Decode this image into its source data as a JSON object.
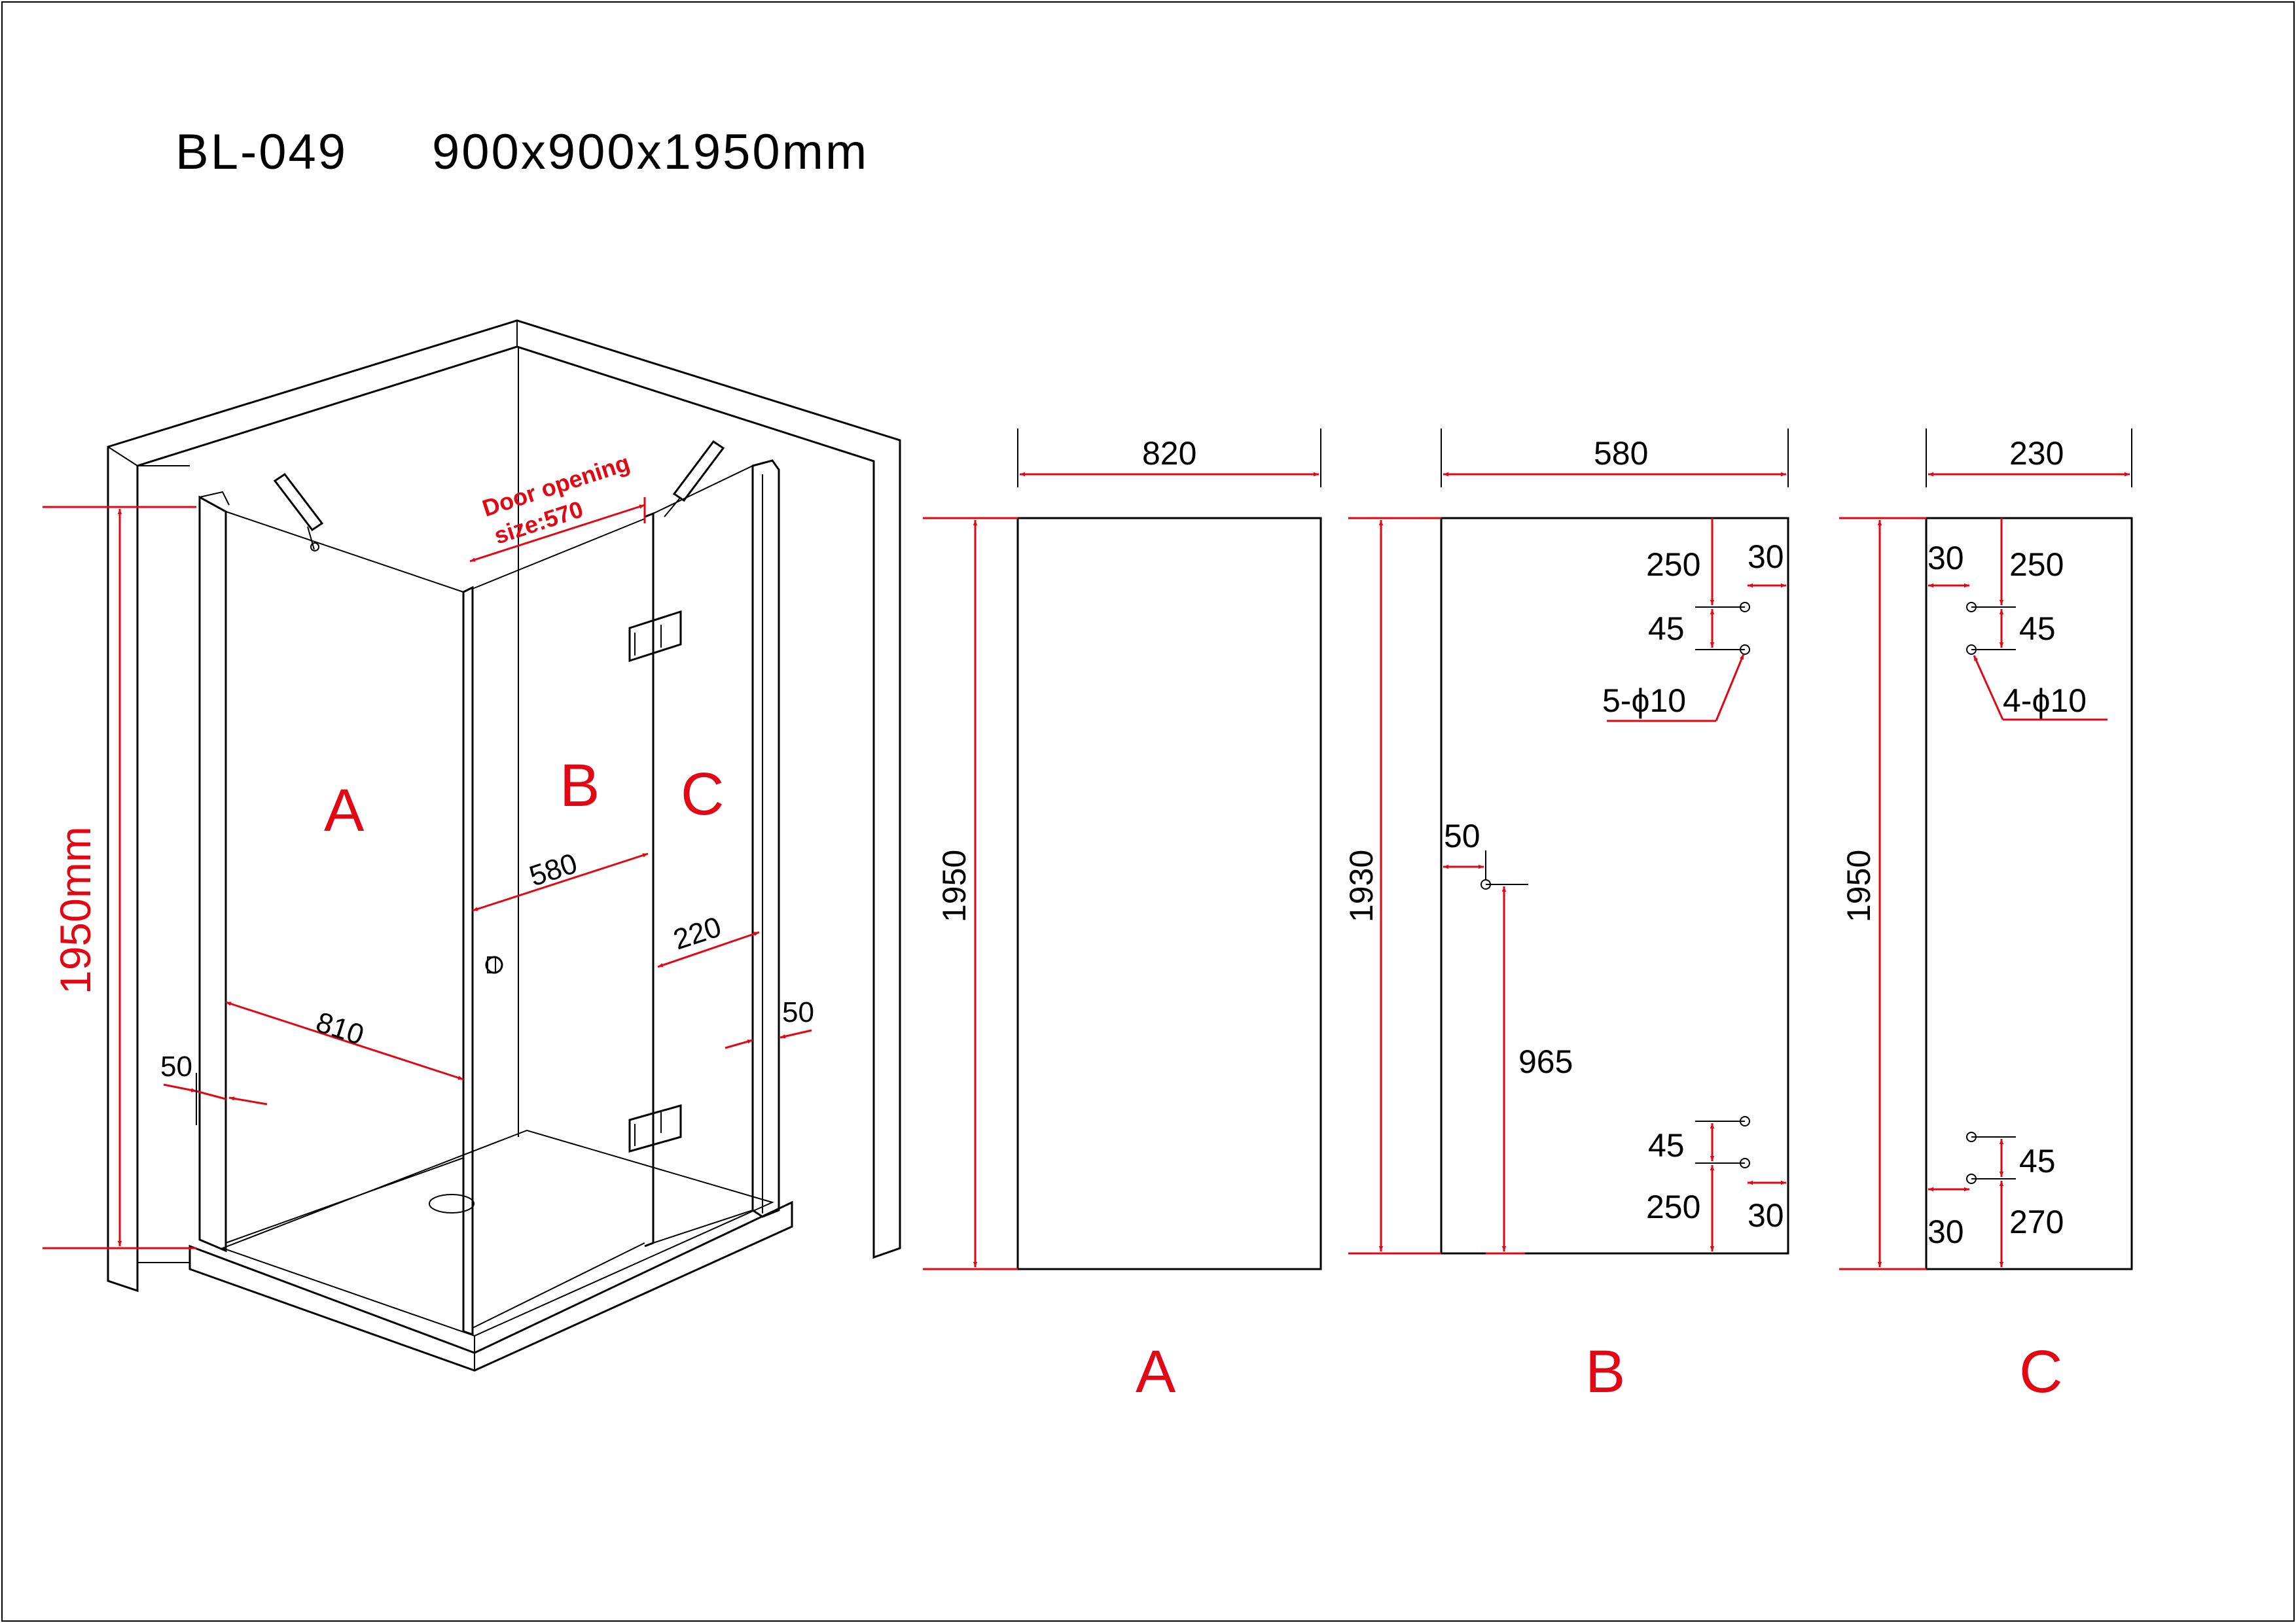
{
  "header": {
    "model": "BL-049",
    "size": "900x900x1950mm"
  },
  "perspective": {
    "height_label": "1950mm",
    "door_opening_line1": "Door opening",
    "door_opening_line2": "size:570",
    "panel_labels": [
      "A",
      "B",
      "C"
    ],
    "dims": {
      "a_width": "810",
      "a_offset": "50",
      "b_width": "580",
      "c_width": "220",
      "c_offset": "50"
    }
  },
  "panels": [
    {
      "id": "A",
      "label": "A",
      "width": "820",
      "height": "1950"
    },
    {
      "id": "B",
      "label": "B",
      "width": "580",
      "height": "1930",
      "top_hinge": {
        "from_top": "250",
        "spacing": "45",
        "edge": "30",
        "holes": "5-ϕ10"
      },
      "handle": {
        "edge": "50",
        "from_bottom": "965"
      },
      "bottom_hinge": {
        "spacing": "45",
        "from_bottom": "250",
        "edge": "30"
      }
    },
    {
      "id": "C",
      "label": "C",
      "width": "230",
      "height": "1950",
      "top_hinge": {
        "edge": "30",
        "from_top": "250",
        "spacing": "45",
        "holes": "4-ϕ10"
      },
      "bottom_hinge": {
        "spacing": "45",
        "edge": "30",
        "from_bottom": "270"
      }
    }
  ],
  "colors": {
    "dimension": "#e30613",
    "outline": "#000000",
    "background": "#ffffff"
  }
}
